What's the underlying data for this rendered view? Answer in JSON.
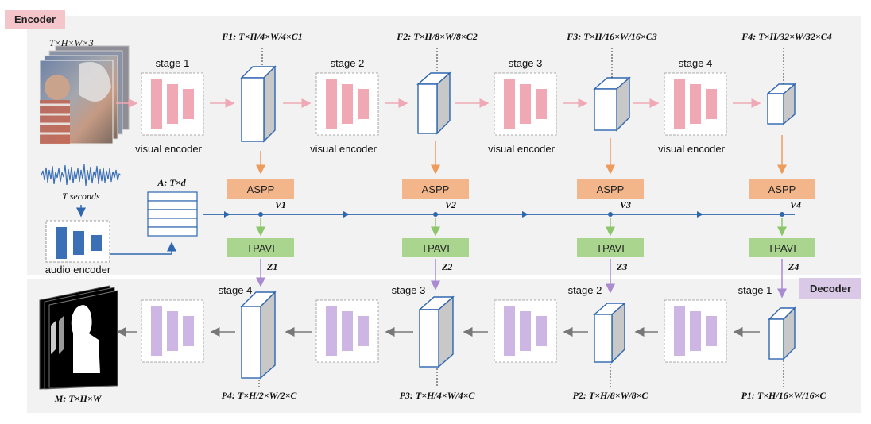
{
  "encoder_tag": "Encoder",
  "decoder_tag": "Decoder",
  "input_label": "T×H×W×3",
  "audio_seconds": "T seconds",
  "audio_encoder_label": "audio encoder",
  "audio_feature_label": "A: T×d",
  "visual_encoder_label": "visual encoder",
  "aspp_label": "ASPP",
  "tpavi_label": "TPAVI",
  "encoder_stages": [
    {
      "stage": "stage 1",
      "feature": "F1: T×H/4×W/4×C1",
      "v": "V1",
      "z": "Z1"
    },
    {
      "stage": "stage 2",
      "feature": "F2: T×H/8×W/8×C2",
      "v": "V2",
      "z": "Z2"
    },
    {
      "stage": "stage 3",
      "feature": "F3: T×H/16×W/16×C3",
      "v": "V3",
      "z": "Z3"
    },
    {
      "stage": "stage 4",
      "feature": "F4: T×H/32×W/32×C4",
      "v": "V4",
      "z": "Z4"
    }
  ],
  "decoder_stages": [
    {
      "stage": "stage 4",
      "feature": "P4: T×H/2×W/2×C"
    },
    {
      "stage": "stage 3",
      "feature": "P3: T×H/4×W/4×C"
    },
    {
      "stage": "stage 2",
      "feature": "P2: T×H/8×W/8×C"
    },
    {
      "stage": "stage 1",
      "feature": "P1: T×H/16×W/16×C"
    }
  ],
  "output_label": "M: T×H×W",
  "colors": {
    "encoder_tag_bg": "#f4c6cc",
    "decoder_tag_bg": "#d9c8e6",
    "pink": "#f0a9b4",
    "purple": "#cdb6e3",
    "aspp": "#f3b68a",
    "tpavi": "#a9d58f",
    "audio_blue": "#3b6fb6",
    "flow_blue": "#2f66b0",
    "panel": "#f2f2f2"
  }
}
